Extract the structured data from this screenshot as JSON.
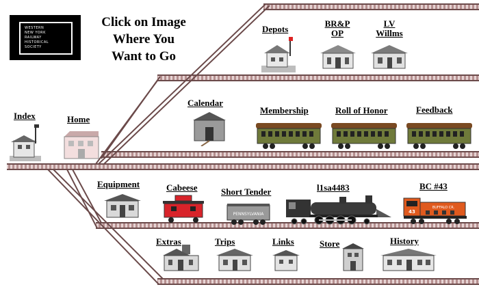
{
  "heading": {
    "line1": "Click on Image",
    "line2": "Where You",
    "line3": "Want to Go"
  },
  "logo": {
    "lines": [
      "WESTERN",
      "NEW YORK",
      "RAILWAY",
      "HISTORICAL",
      "SOCIETY"
    ]
  },
  "links": {
    "depots": "Depots",
    "brp_line1": "BR&P",
    "brp_line2": "OP",
    "lv_line1": "LV",
    "lv_line2": "Willms",
    "calendar": "Calendar",
    "membership": "Membership",
    "roll_of_honor": "Roll of Honor",
    "feedback": "Feedback",
    "index": "Index",
    "home": "Home",
    "equipment": "Equipment",
    "cabeese": "Cabeese",
    "short_tender": "Short Tender",
    "l1sa4483": "l1sa4483",
    "bc43": "BC #43",
    "extras": "Extras",
    "trips": "Trips",
    "links": "Links",
    "store": "Store",
    "history": "History"
  },
  "markings": {
    "tender": "PENNSYLVANIA",
    "diesel_number": "43",
    "diesel_road": "BUFFALO CR."
  },
  "colors": {
    "rail": "#6b4a4a",
    "tie": "#c9a7a7",
    "coach_roof": "#7a4a22",
    "coach_body": "#6f7a3a",
    "caboose": "#d8232a",
    "diesel": "#e05a1e"
  }
}
